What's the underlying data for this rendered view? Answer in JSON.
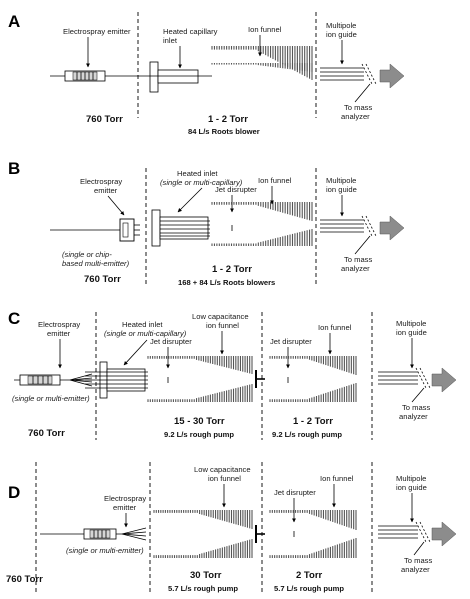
{
  "panels": {
    "A": {
      "label": "A",
      "emitter": "Electrospray emitter",
      "inlet": [
        "Heated capillary",
        "inlet"
      ],
      "funnel": "Ion funnel",
      "guide": [
        "Multipole",
        "ion guide"
      ],
      "analyzer": [
        "To mass",
        "analyzer"
      ],
      "p1": "760 Torr",
      "p2": "1 - 2 Torr",
      "pump": "84 L/s Roots blower"
    },
    "B": {
      "label": "B",
      "emitter": [
        "Electrospray",
        "emitter"
      ],
      "emitter_note": [
        "(single or chip-",
        "based multi-emitter)"
      ],
      "inlet": "Heated inlet",
      "inlet_note": "(single or multi-capillary)",
      "jet": "Jet disrupter",
      "funnel": "Ion funnel",
      "guide": [
        "Multipole",
        "ion guide"
      ],
      "analyzer": [
        "To mass",
        "analyzer"
      ],
      "p1": "760 Torr",
      "p2": "1 - 2 Torr",
      "pump": "168 + 84 L/s Roots blowers"
    },
    "C": {
      "label": "C",
      "emitter": [
        "Electrospray",
        "emitter"
      ],
      "emitter_note": "(single or multi-emitter)",
      "inlet": "Heated inlet",
      "inlet_note": "(single or multi-capillary)",
      "lowcap": [
        "Low capacitance",
        "ion funnel"
      ],
      "jet1": "Jet disrupter",
      "jet2": "Jet disrupter",
      "funnel": "Ion funnel",
      "guide": [
        "Multipole",
        "ion guide"
      ],
      "analyzer": [
        "To mass",
        "analyzer"
      ],
      "p1": "760 Torr",
      "p2": "15 - 30 Torr",
      "pump2": "9.2 L/s rough pump",
      "p3": "1 - 2 Torr",
      "pump3": "9.2 L/s rough pump"
    },
    "D": {
      "label": "D",
      "emitter": [
        "Electrospray",
        "emitter"
      ],
      "emitter_note": "(single or multi-emitter)",
      "lowcap": [
        "Low capacitance",
        "ion funnel"
      ],
      "jet": "Jet disrupter",
      "funnel": "Ion funnel",
      "guide": [
        "Multipole",
        "ion guide"
      ],
      "analyzer": [
        "To mass",
        "analyzer"
      ],
      "p1": "760 Torr",
      "p2": "30 Torr",
      "pump2": "5.7 L/s rough pump",
      "p3": "2 Torr",
      "pump3": "5.7 L/s rough pump"
    }
  }
}
